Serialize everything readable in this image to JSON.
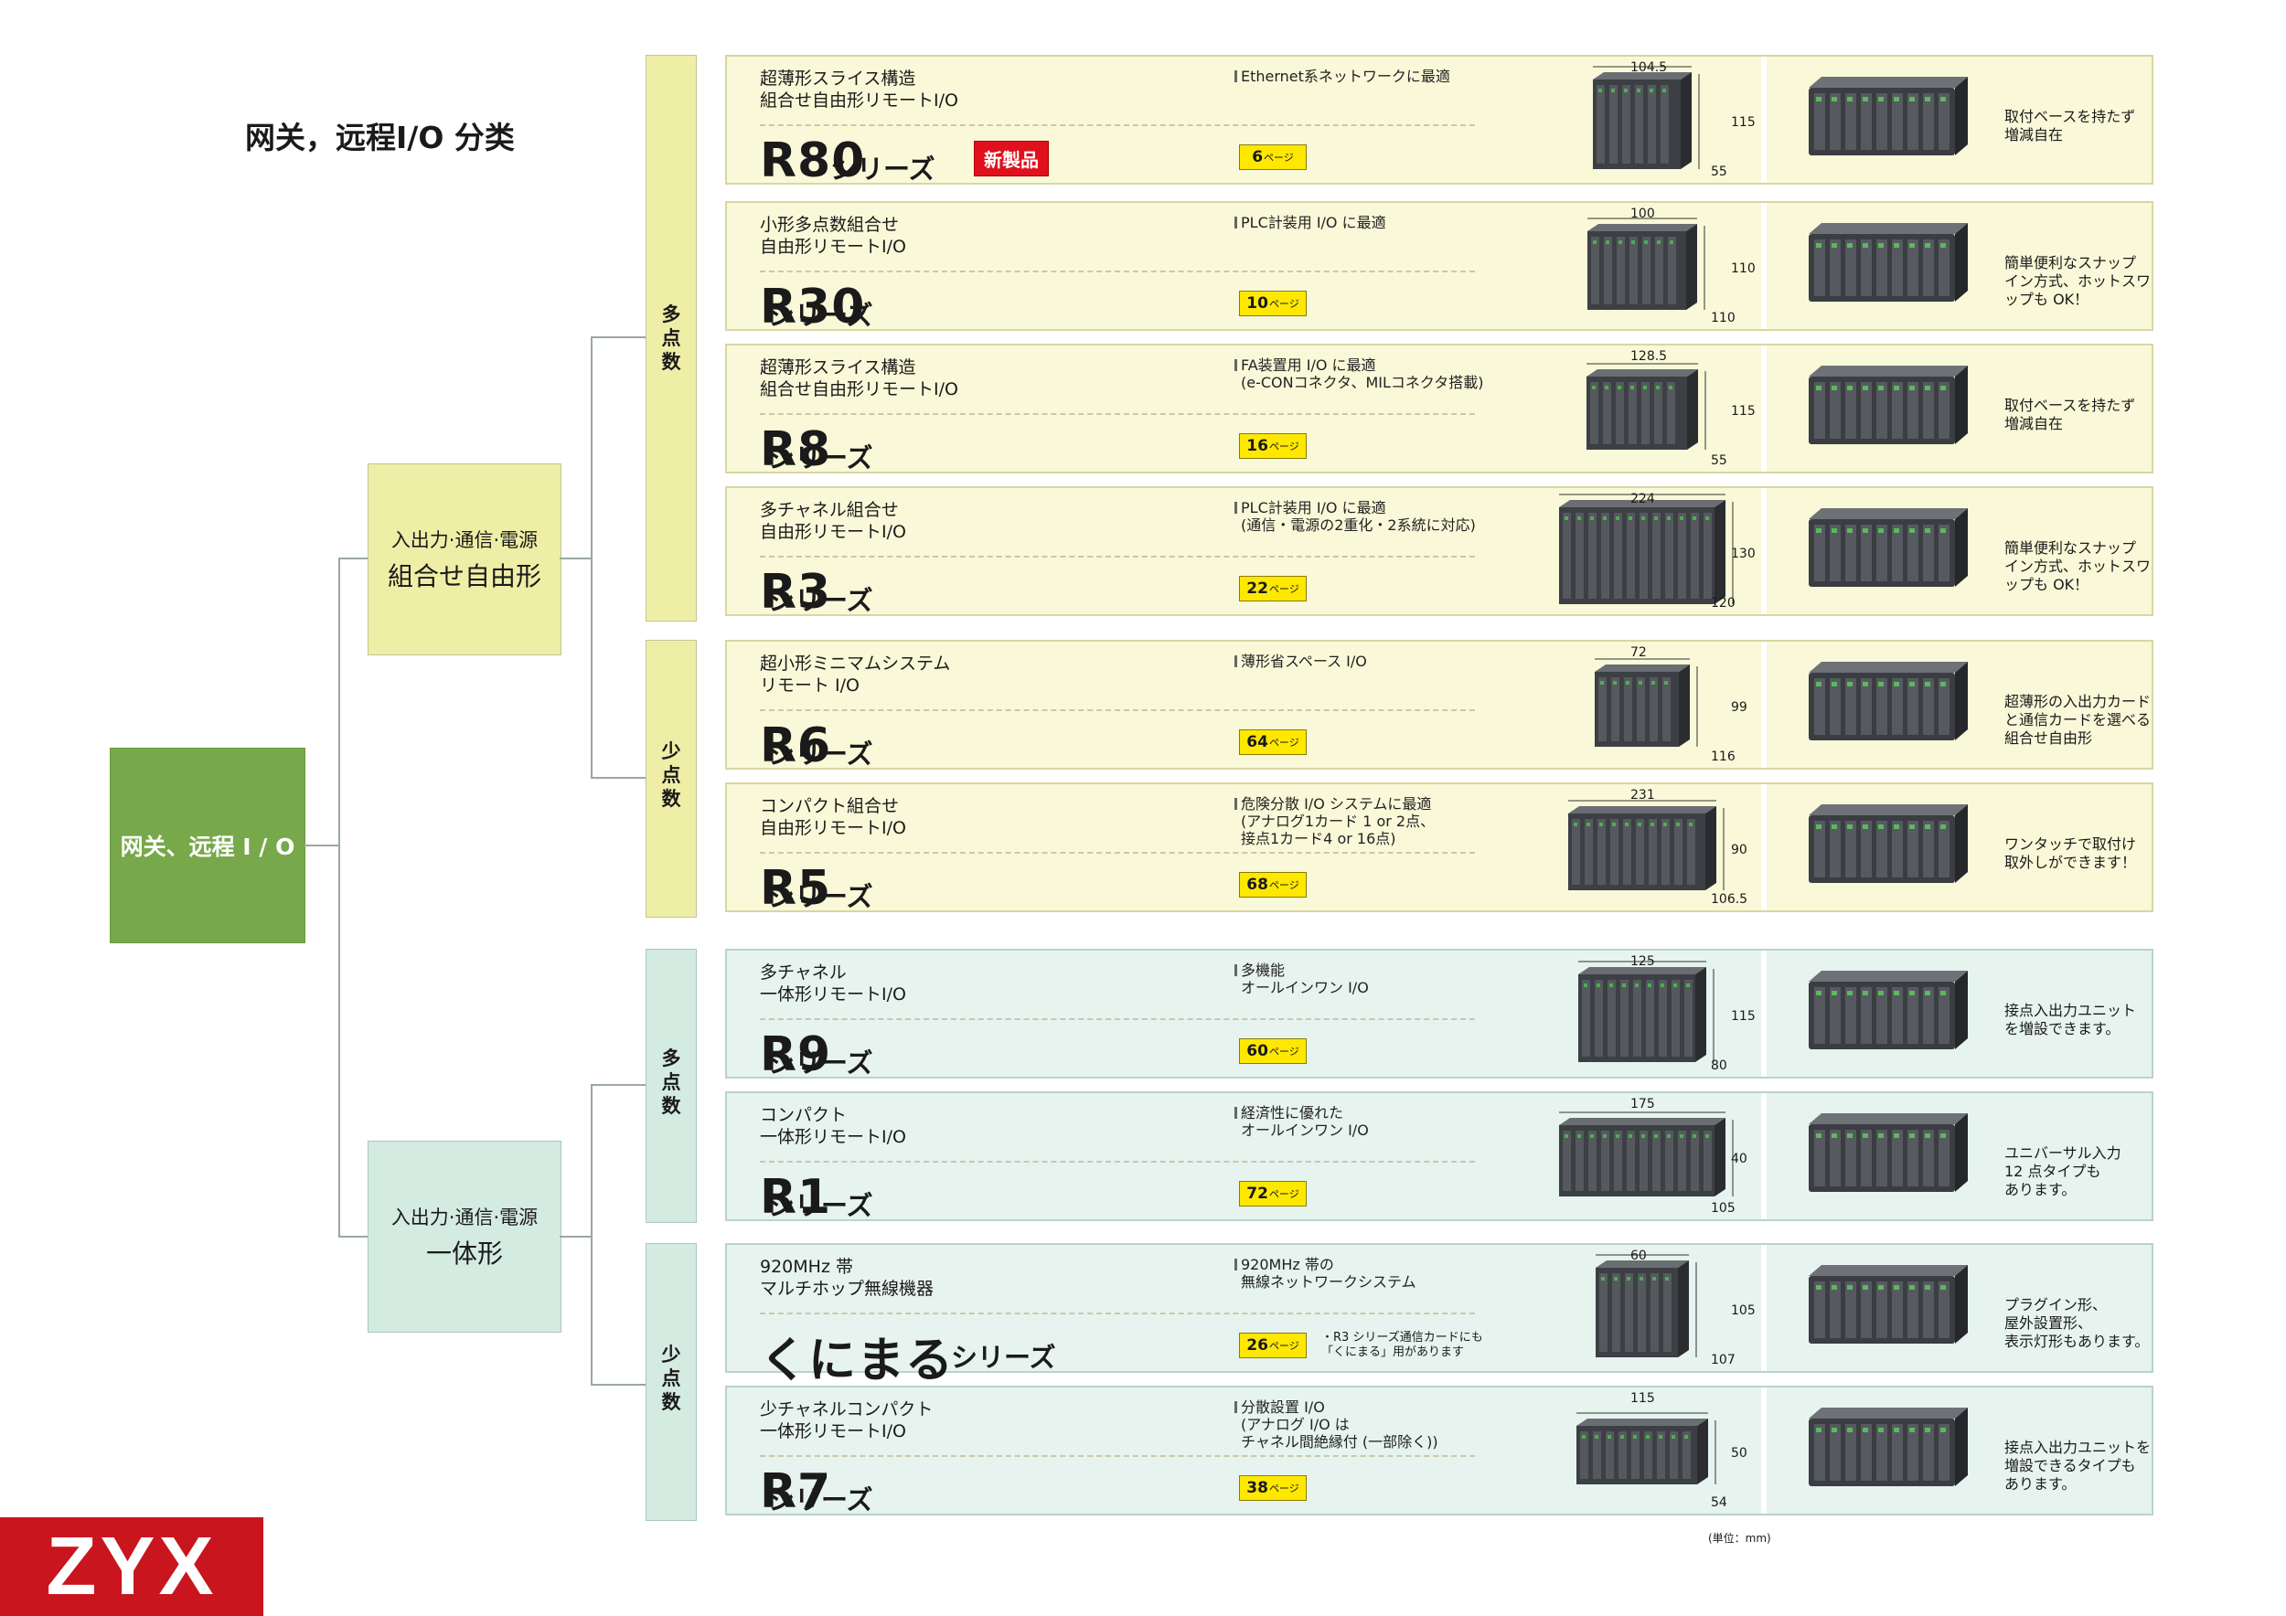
{
  "title": "网关，远程I/O 分类",
  "root": "网关、远程 I / O",
  "categories": [
    {
      "line1": "入出力·通信·電源",
      "line2": "組合せ自由形"
    },
    {
      "line1": "入出力·通信·電源",
      "line2": "一体形"
    }
  ],
  "columns": [
    "多点数",
    "少点数",
    "多点数",
    "少点数"
  ],
  "series_suffix": "シリーズ",
  "page_suffix": "ページ",
  "badge_new": "新製品",
  "products": [
    {
      "sub": "超薄形スライス構造\n組合せ自由形リモートI/O",
      "name": "R80",
      "feature": "Ethernet系ネットワークに最適",
      "page": "6",
      "dims": [
        "104.5",
        "115",
        "55"
      ],
      "desc": "取付ベースを持たず\n増減自在"
    },
    {
      "sub": "小形多点数組合せ\n自由形リモートI/O",
      "name": "R30",
      "feature": "PLC計装用 I/O に最適",
      "page": "10",
      "dims": [
        "100",
        "110",
        "110"
      ],
      "desc": "簡単便利なスナップ\nイン方式、ホットスワ\nップも OK！"
    },
    {
      "sub": "超薄形スライス構造\n組合せ自由形リモートI/O",
      "name": "R8",
      "feature": "FA装置用 I/O に最適\n(e-CONコネクタ、MILコネクタ搭載)",
      "page": "16",
      "dims": [
        "128.5",
        "115",
        "55"
      ],
      "desc": "取付ベースを持たず\n増減自在"
    },
    {
      "sub": "多チャネル組合せ\n自由形リモートI/O",
      "name": "R3",
      "feature": "PLC計装用 I/O に最適\n(通信・電源の2重化・2系統に対応)",
      "page": "22",
      "dims": [
        "224",
        "130",
        "120"
      ],
      "desc": "簡単便利なスナップ\nイン方式、ホットスワ\nップも OK！"
    },
    {
      "sub": "超小形ミニマムシステム\nリモート I/O",
      "name": "R6",
      "feature": "薄形省スペース I/O",
      "page": "64",
      "dims": [
        "72",
        "99",
        "116"
      ],
      "desc": "超薄形の入出力カード\nと通信カードを選べる\n組合せ自由形"
    },
    {
      "sub": "コンパクト組合せ\n自由形リモートI/O",
      "name": "R5",
      "feature": "危険分散 I/O システムに最適\n(アナログ1カード 1 or 2点、\n接点1カード4 or 16点)",
      "page": "68",
      "dims": [
        "231",
        "90",
        "106.5"
      ],
      "desc": "ワンタッチで取付け\n取外しができます！"
    },
    {
      "sub": "多チャネル\n一体形リモートI/O",
      "name": "R9",
      "feature": "多機能\nオールインワン I/O",
      "page": "60",
      "dims": [
        "125",
        "115",
        "80"
      ],
      "desc": "接点入出力ユニット\nを増設できます。"
    },
    {
      "sub": "コンパクト\n一体形リモートI/O",
      "name": "R1",
      "feature": "経済性に優れた\nオールインワン I/O",
      "page": "72",
      "dims": [
        "175",
        "40",
        "105"
      ],
      "desc": "ユニバーサル入力\n12 点タイプも\nあります。"
    },
    {
      "sub": "920MHz 帯\nマルチホップ無線機器",
      "name": "くにまる",
      "feature": "920MHz 帯の\n無線ネットワークシステム",
      "page": "26",
      "note": "・R3 シリーズ通信カードにも\n「くにまる」用があります",
      "dims": [
        "60",
        "105",
        "107"
      ],
      "desc": "プラグイン形、\n屋外設置形、\n表示灯形もあります。"
    },
    {
      "sub": "少チャネルコンパクト\n一体形リモートI/O",
      "name": "R7",
      "feature": "分散設置 I/O\n(アナログ I/O は\nチャネル間絶縁付 (一部除く))",
      "page": "38",
      "dims": [
        "115",
        "50",
        "54"
      ],
      "desc": "接点入出力ユニットを\n増設できるタイプも\nあります。"
    }
  ],
  "unit_note": "(単位：mm)",
  "logo": "ZYX",
  "colors": {
    "yellow_bg": "#f9f8d8",
    "green_bg": "#e6f3ee",
    "root": "#77a84a",
    "badge": "#e0101c",
    "page_tag": "#ffe800",
    "logo": "#c9151e"
  }
}
